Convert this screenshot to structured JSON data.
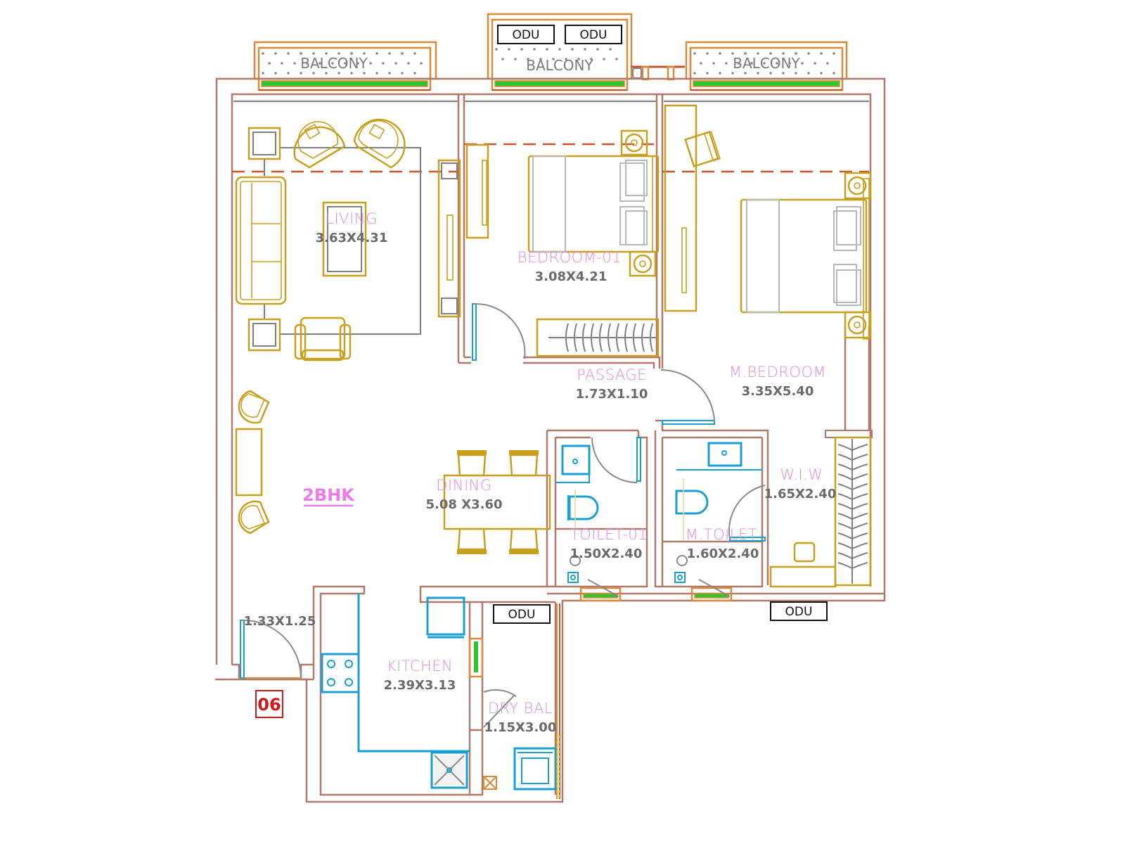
{
  "plan": {
    "type_label": "2BHK",
    "unit_number": "06",
    "colors": {
      "wall": "#b07a6a",
      "furniture": "#c8a020",
      "sanitary": "#1aa0d0",
      "glass": "#2ec82e",
      "room_name": "#e28ae0",
      "dimension": "#6a6a6a",
      "unit_tag": "#cc1a1a"
    }
  },
  "balconies": [
    {
      "label": "BALCONY"
    },
    {
      "label": "BALCONY"
    },
    {
      "label": "BALCONY"
    }
  ],
  "odu_units": [
    {
      "label": "ODU"
    },
    {
      "label": "ODU"
    },
    {
      "label": "ODU"
    },
    {
      "label": "ODU"
    }
  ],
  "rooms": {
    "living": {
      "name": "LIVING",
      "dim": "3.63X4.31"
    },
    "bedroom01": {
      "name": "BEDROOM-01",
      "dim": "3.08X4.21"
    },
    "master_bedroom": {
      "name": "M.BEDROOM",
      "dim": "3.35X5.40"
    },
    "passage": {
      "name": "PASSAGE",
      "dim": "1.73X1.10"
    },
    "dining": {
      "name": "DINING",
      "dim": "5.08 X3.60"
    },
    "toilet01": {
      "name": "TOILET-01",
      "dim": "1.50X2.40"
    },
    "master_toilet": {
      "name": "M.TOILET",
      "dim": "1.60X2.40"
    },
    "wiw": {
      "name": "W.I.W",
      "dim": "1.65X2.40"
    },
    "foyer": {
      "dim": "1.33X1.25"
    },
    "kitchen": {
      "name": "KITCHEN",
      "dim": "2.39X3.13"
    },
    "dry_balcony": {
      "name": "DRY BAL",
      "dim": "1.15X3.00"
    }
  }
}
